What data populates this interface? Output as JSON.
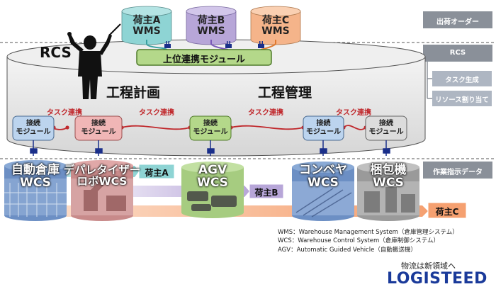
{
  "sections": {
    "shipping_order": "出荷オーダー",
    "rcs": "RCS",
    "task_generation": "タスク生成",
    "resource_allocation": "リソース割り当て",
    "work_instruction_data": "作業指示データ"
  },
  "wms": [
    {
      "line1": "荷主A",
      "line2": "WMS",
      "color": "#8ed4d4"
    },
    {
      "line1": "荷主B",
      "line2": "WMS",
      "color": "#b7a6d8"
    },
    {
      "line1": "荷主C",
      "line2": "WMS",
      "color": "#f5b48a"
    }
  ],
  "rcs": {
    "label": "RCS",
    "upper_module": "上位連携モジュール",
    "process_planning": "工程計画",
    "process_management": "工程管理"
  },
  "task_link": "タスク連携",
  "connect_module": {
    "line1": "接続",
    "line2": "モジュール"
  },
  "wcs": [
    {
      "line1": "自動倉庫",
      "line2": "WCS"
    },
    {
      "line1": "デパレタイザー",
      "line2": "ロボWCS"
    },
    {
      "line1": "AGV",
      "line2": "WCS"
    },
    {
      "line1": "コンベヤ",
      "line2": "WCS"
    },
    {
      "line1": "梱包機",
      "line2": "WCS"
    }
  ],
  "flows": {
    "a": "荷主A",
    "b": "荷主B",
    "c": "荷主C"
  },
  "legend": [
    "WMS：Warehouse Management System（倉庫管理システム）",
    "WCS：Warehouse Control System（倉庫制御システム）",
    "AGV：Automatic Guided Vehicle（自動搬送機）"
  ],
  "brand": {
    "tagline": "物流は新領域へ",
    "name": "LOGISTEED"
  },
  "colors": {
    "teal": "#8ed4d4",
    "purple": "#b7a6d8",
    "orange": "#f5b48a",
    "green": "#b4d88a",
    "red": "#c0282c",
    "navy": "#1a2f8a",
    "gray_box": "#8a9099"
  }
}
